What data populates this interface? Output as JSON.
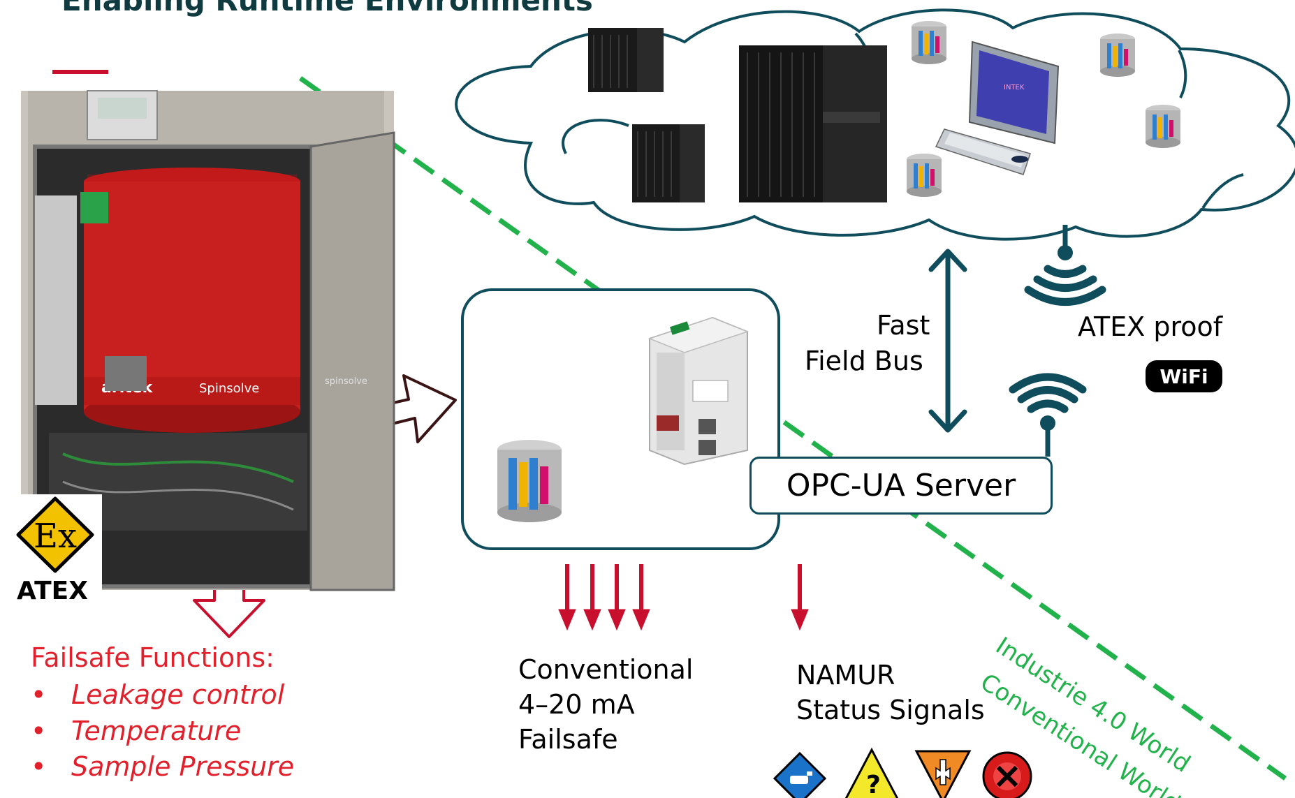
{
  "title": "Enabling Runtime Environments",
  "photo": {
    "label_left": "aritek",
    "label_right": "Spinsolve",
    "label_small": "spinsolve"
  },
  "ex_sign": {
    "symbol": "Ex",
    "label": "ATEX"
  },
  "failsafe": {
    "heading": "Failsafe Functions:",
    "items": [
      "Leakage control",
      "Temperature",
      "Sample Pressure"
    ],
    "bullet": "•"
  },
  "conventional": {
    "line1": "Conventional",
    "line2": "4–20 mA",
    "line3": "Failsafe"
  },
  "namur": {
    "line1": "NAMUR",
    "line2": "Status Signals"
  },
  "fieldbus": {
    "line1": "Fast",
    "line2": "Field Bus"
  },
  "atex_proof": "ATEX proof",
  "wifi_badge": "WiFi",
  "opc_server": "OPC-UA Server",
  "worlds": {
    "industrie": "Industrie 4.0 World",
    "conventional": "Conventional World"
  },
  "monitor_text": "INTEK",
  "colors": {
    "teal": "#0f4c5c",
    "red": "#c8102e",
    "green_dash": "#22b24c",
    "failsafe_red": "#e2202c"
  },
  "icons": [
    "server-rack-icon",
    "database-icon",
    "computer-icon",
    "wifi-icon",
    "plc-controller-icon",
    "ex-atex-icon",
    "namur-maintenance-icon",
    "namur-check-icon",
    "namur-out-of-spec-icon",
    "namur-failure-icon"
  ]
}
